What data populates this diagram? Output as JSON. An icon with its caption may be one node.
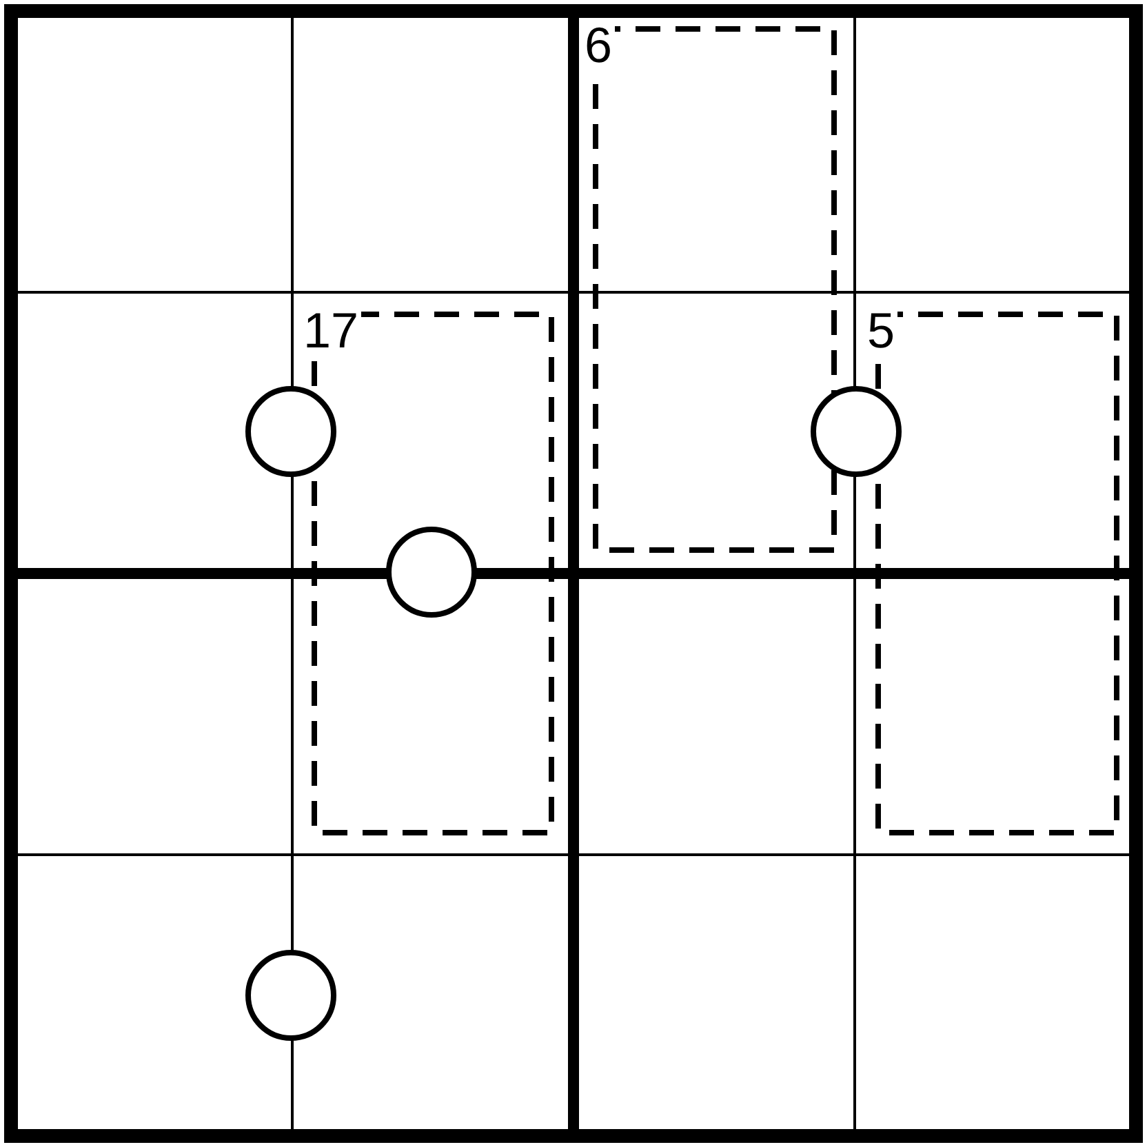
{
  "diagram": {
    "nodes": [
      {
        "text": [
          "6"
        ]
      },
      {
        "text": [
          "17"
        ]
      },
      {
        "text": [
          "5"
        ]
      }
    ]
  }
}
